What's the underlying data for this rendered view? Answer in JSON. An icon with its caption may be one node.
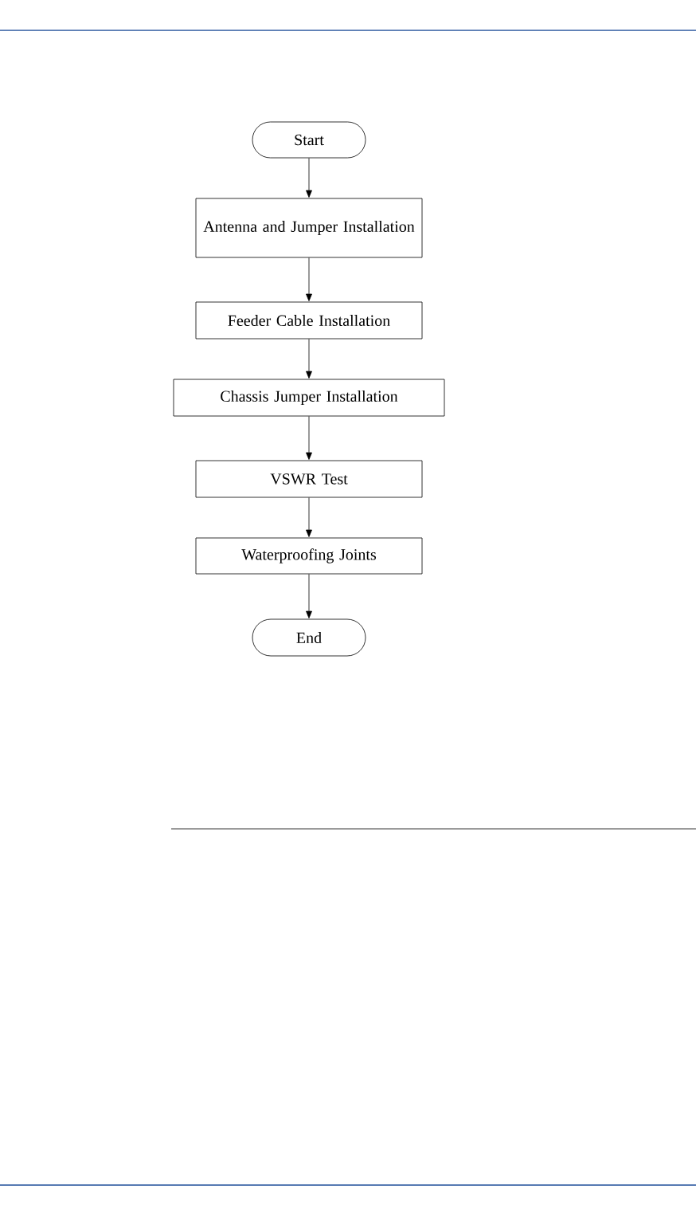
{
  "diagram": {
    "nodes": [
      {
        "text": [
          "Start"
        ]
      },
      {
        "text": [
          "Antenna and Jumper Installation"
        ]
      },
      {
        "text": [
          "Feeder Cable Installation"
        ]
      },
      {
        "text": [
          "Chassis Jumper Installation"
        ]
      },
      {
        "text": [
          "VSWR Test"
        ]
      },
      {
        "text": [
          "Waterproofing Joints"
        ]
      },
      {
        "text": [
          "End"
        ]
      }
    ],
    "edges": [
      {
        "from": 0,
        "to": 1,
        "arrow": "to"
      },
      {
        "from": 1,
        "to": 2,
        "arrow": "to"
      },
      {
        "from": 2,
        "to": 3,
        "arrow": "to"
      },
      {
        "from": 3,
        "to": 4,
        "arrow": "to"
      },
      {
        "from": 4,
        "to": 5,
        "arrow": "to"
      },
      {
        "from": 5,
        "to": 6,
        "arrow": "to"
      }
    ]
  }
}
